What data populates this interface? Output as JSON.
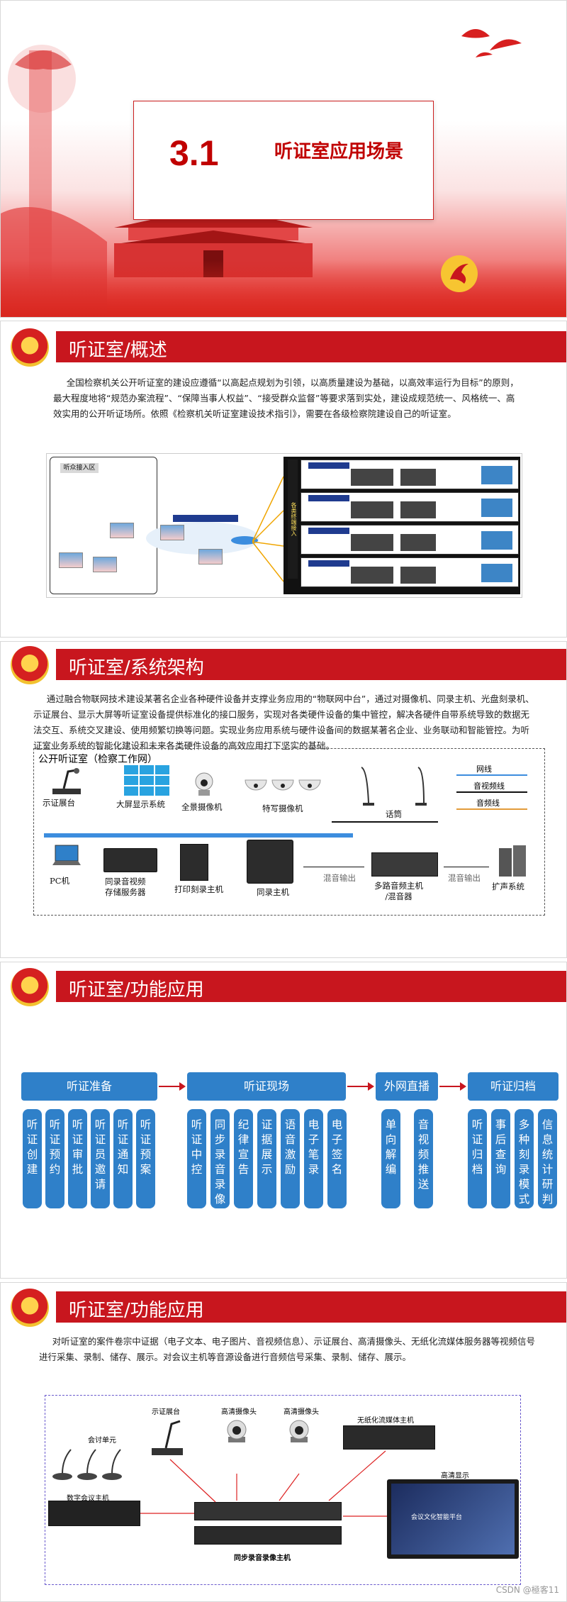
{
  "cover": {
    "number": "3.1",
    "title": "听证室应用场景"
  },
  "slide2": {
    "title": "听证室/概述",
    "paragraph": "全国检察机关公开听证室的建设应遵循“以高起点规划为引领，以高质量建设为基础，以高效率运行为目标”的原则，最大程度地将“规范办案流程”、“保障当事人权益”、“接受群众监督”等要求落到实处，建设成规范统一、风格统一、高效实用的公开听证场所。依照《检察机关听证室建设技术指引》，需要在各级检察院建设自己的听证室。"
  },
  "slide3": {
    "title": "听证室/系统架构",
    "paragraph": "通过融合物联网技术建设某著名企业各种硬件设备并支撑业务应用的“物联网中台”，通过对摄像机、同录主机、光盘刻录机、示证展台、显示大屏等听证室设备提供标准化的接口服务，实现对各类硬件设备的集中管控，解决各硬件自带系统导致的数据无法交互、系统交叉建设、使用频繁切换等问题。实现业务应用系统与硬件设备间的数据某著名企业、业务联动和智能管控。为听证室业务系统的智能化建设和未来各类硬件设备的高效应用打下坚实的基础。",
    "diagram": {
      "title": "公开听证室（检察工作网）",
      "legend": [
        "网线",
        "音视频线",
        "音频线"
      ],
      "devices": {
        "evidence_stand": "示证展台",
        "big_screen": "大屏显示系统",
        "pano_camera": "全景摄像机",
        "closeup_camera": "特写摄像机",
        "mic": "话筒",
        "pc": "PC机",
        "av_server": "同录音视频\n存储服务器",
        "burner": "打印刻录主机",
        "recorder": "同录主机",
        "mixer": "多路音频主机\n/混音器",
        "speaker": "扩声系统",
        "mix_out_1": "混音输出",
        "mix_out_2": "混音输出"
      }
    }
  },
  "slide4": {
    "title": "听证室/功能应用",
    "categories": [
      {
        "name": "听证准备",
        "items": [
          "听证创建",
          "听证预约",
          "听证审批",
          "听证员邀请",
          "听证通知",
          "听证预案"
        ]
      },
      {
        "name": "听证现场",
        "items": [
          "听证中控",
          "同步录音录像",
          "纪律宣告",
          "证据展示",
          "语音激励",
          "电子笔录",
          "电子签名"
        ]
      },
      {
        "name": "外网直播",
        "items": [
          "单向解编",
          "音视频推送"
        ]
      },
      {
        "name": "听证归档",
        "items": [
          "听证归档",
          "事后查询",
          "多种刻录模式",
          "信息统计研判"
        ]
      }
    ]
  },
  "slide5": {
    "title": "听证室/功能应用",
    "paragraph": "对听证室的案件卷宗中证据（电子文本、电子图片、音视频信息）、示证展台、高清摄像头、无纸化流媒体服务器等视频信号进行采集、录制、储存、展示。对会议主机等音源设备进行音频信号采集、录制、储存、展示。",
    "diagram": {
      "conf_unit": "会讨单元",
      "evidence_stand": "示证展台",
      "hd_cam_1": "高清摄像头",
      "hd_cam_2": "高清摄像头",
      "paperless": "无纸化流媒体主机",
      "hd_display": "高清显示",
      "digital_conf": "数字会议主机",
      "sync_recorder": "同步录音录像主机",
      "screen_brand": "会议文化智能平台"
    }
  },
  "watermark": "CSDN @極客11",
  "colors": {
    "red": "#c8161e",
    "blue": "#2f80c9"
  }
}
